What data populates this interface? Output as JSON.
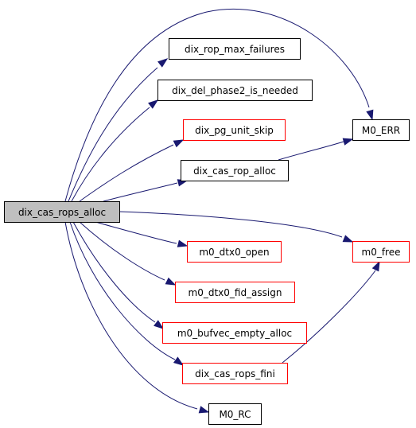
{
  "colors": {
    "root_fill": "#bfbfbf",
    "root_stroke": "#000000",
    "documented_stroke": "#000000",
    "undocumented_stroke": "#ff0000",
    "edge": "#191970",
    "background": "#ffffff"
  },
  "graph": {
    "root": "dix_cas_rops_alloc",
    "nodes": [
      {
        "id": "root",
        "label": "dix_cas_rops_alloc",
        "kind": "root"
      },
      {
        "id": "max_failures",
        "label": "dix_rop_max_failures",
        "kind": "documented"
      },
      {
        "id": "phase2",
        "label": "dix_del_phase2_is_needed",
        "kind": "documented"
      },
      {
        "id": "pg_unit_skip",
        "label": "dix_pg_unit_skip",
        "kind": "undocumented"
      },
      {
        "id": "cas_rop_alloc",
        "label": "dix_cas_rop_alloc",
        "kind": "documented"
      },
      {
        "id": "m0_err",
        "label": "M0_ERR",
        "kind": "documented"
      },
      {
        "id": "dtx0_open",
        "label": "m0_dtx0_open",
        "kind": "undocumented"
      },
      {
        "id": "m0_free",
        "label": "m0_free",
        "kind": "undocumented"
      },
      {
        "id": "fid_assign",
        "label": "m0_dtx0_fid_assign",
        "kind": "undocumented"
      },
      {
        "id": "bufvec",
        "label": "m0_bufvec_empty_alloc",
        "kind": "undocumented"
      },
      {
        "id": "rops_fini",
        "label": "dix_cas_rops_fini",
        "kind": "undocumented"
      },
      {
        "id": "m0_rc",
        "label": "M0_RC",
        "kind": "documented"
      }
    ],
    "edges": [
      {
        "from": "root",
        "to": "max_failures"
      },
      {
        "from": "root",
        "to": "phase2"
      },
      {
        "from": "root",
        "to": "pg_unit_skip"
      },
      {
        "from": "root",
        "to": "cas_rop_alloc"
      },
      {
        "from": "root",
        "to": "m0_err"
      },
      {
        "from": "cas_rop_alloc",
        "to": "m0_err"
      },
      {
        "from": "root",
        "to": "dtx0_open"
      },
      {
        "from": "root",
        "to": "m0_free"
      },
      {
        "from": "root",
        "to": "fid_assign"
      },
      {
        "from": "root",
        "to": "bufvec"
      },
      {
        "from": "root",
        "to": "rops_fini"
      },
      {
        "from": "rops_fini",
        "to": "m0_free"
      },
      {
        "from": "root",
        "to": "m0_rc"
      }
    ]
  }
}
